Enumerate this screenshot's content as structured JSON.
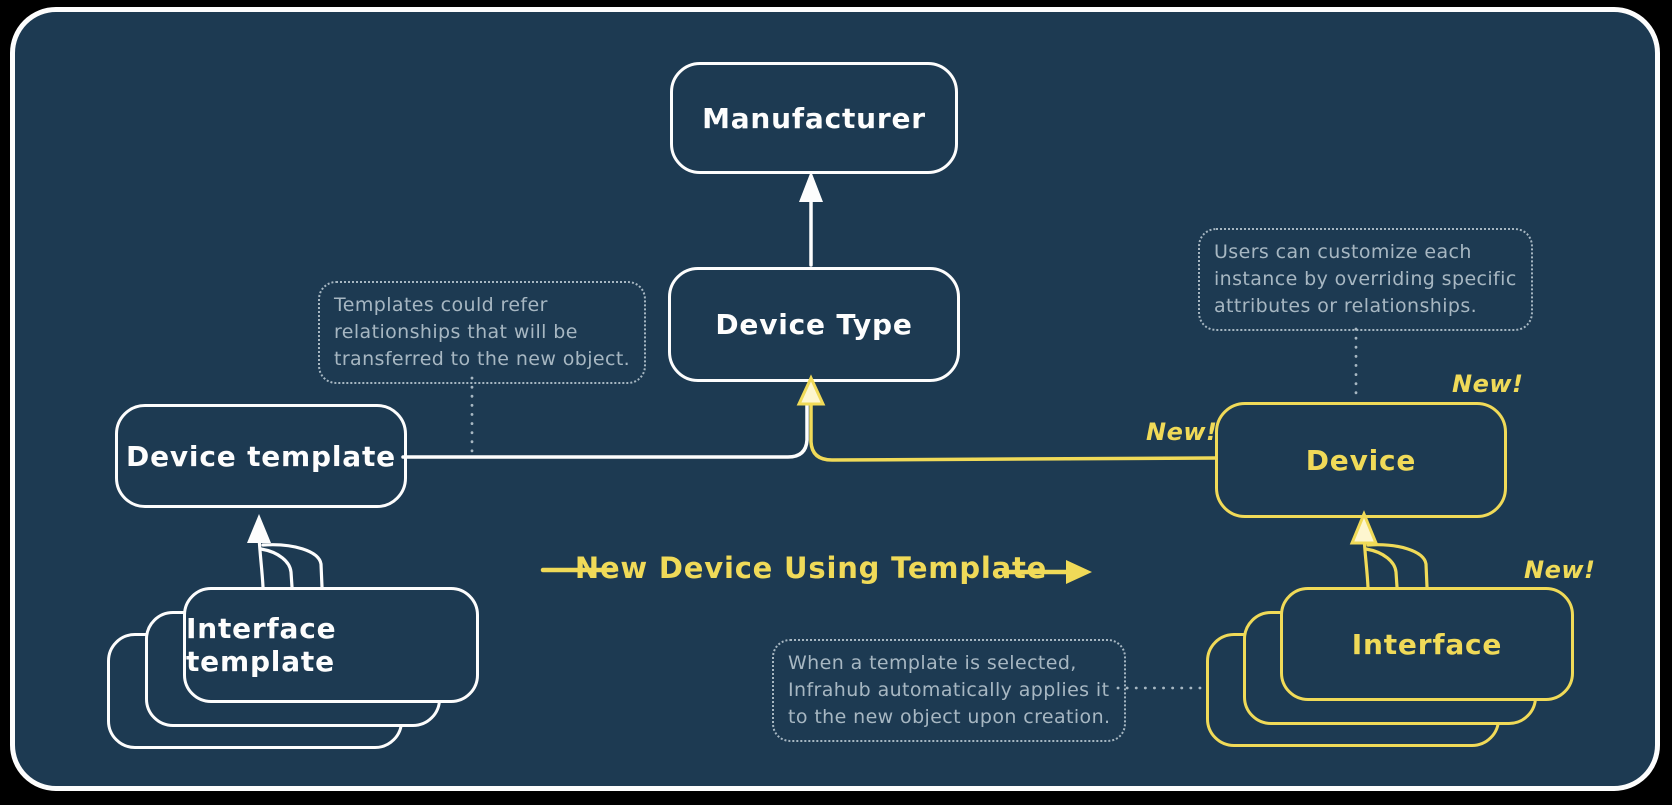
{
  "nodes": {
    "manufacturer": "Manufacturer",
    "device_type": "Device Type",
    "device_template": "Device template",
    "interface_template": "Interface template",
    "device": "Device",
    "interface": "Interface"
  },
  "badge": {
    "new": "New!"
  },
  "flow": {
    "label": "New Device Using Template"
  },
  "notes": {
    "templates": "Templates could refer\nrelationships that will be\ntransferred to the new object.",
    "customize": "Users can customize each\ninstance by overriding specific\nattributes or relationships.",
    "apply": "When a template is selected,\nInfrahub automatically applies it\nto the new object upon creation."
  },
  "colors": {
    "background": "#1d3a52",
    "outer_background": "#000000",
    "stroke_white": "#fdfdfd",
    "accent_yellow": "#f0da58",
    "note_muted": "#a7b7c2"
  }
}
